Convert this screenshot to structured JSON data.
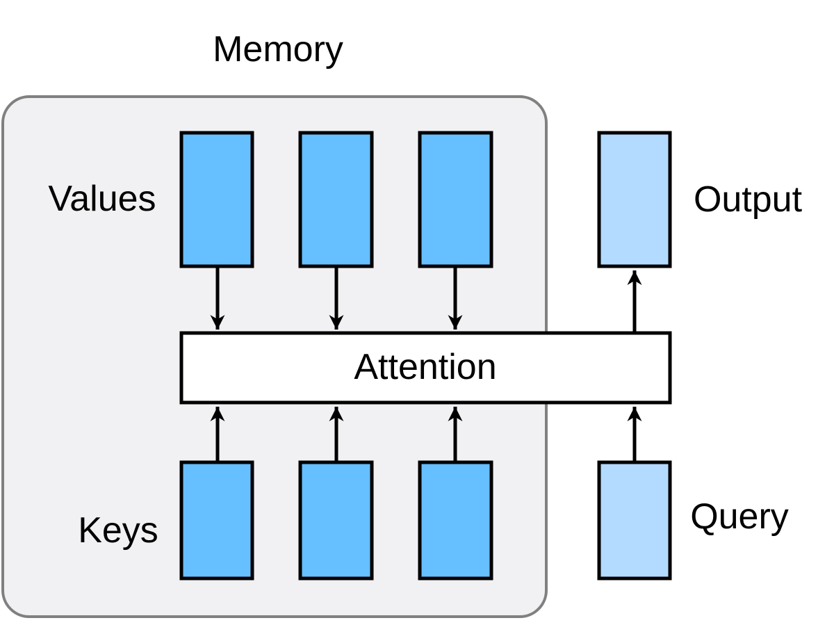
{
  "memory": {
    "title": "Memory"
  },
  "labels": {
    "values": "Values",
    "keys": "Keys",
    "output": "Output",
    "query": "Query"
  },
  "attention": {
    "label": "Attention"
  },
  "colors": {
    "memory_fill": "#f1f1f3",
    "memory_border": "#808080",
    "memory_vector": "#66bfff",
    "query_vector": "#b3daff",
    "block_border": "#000000",
    "attention_fill": "#ffffff"
  }
}
